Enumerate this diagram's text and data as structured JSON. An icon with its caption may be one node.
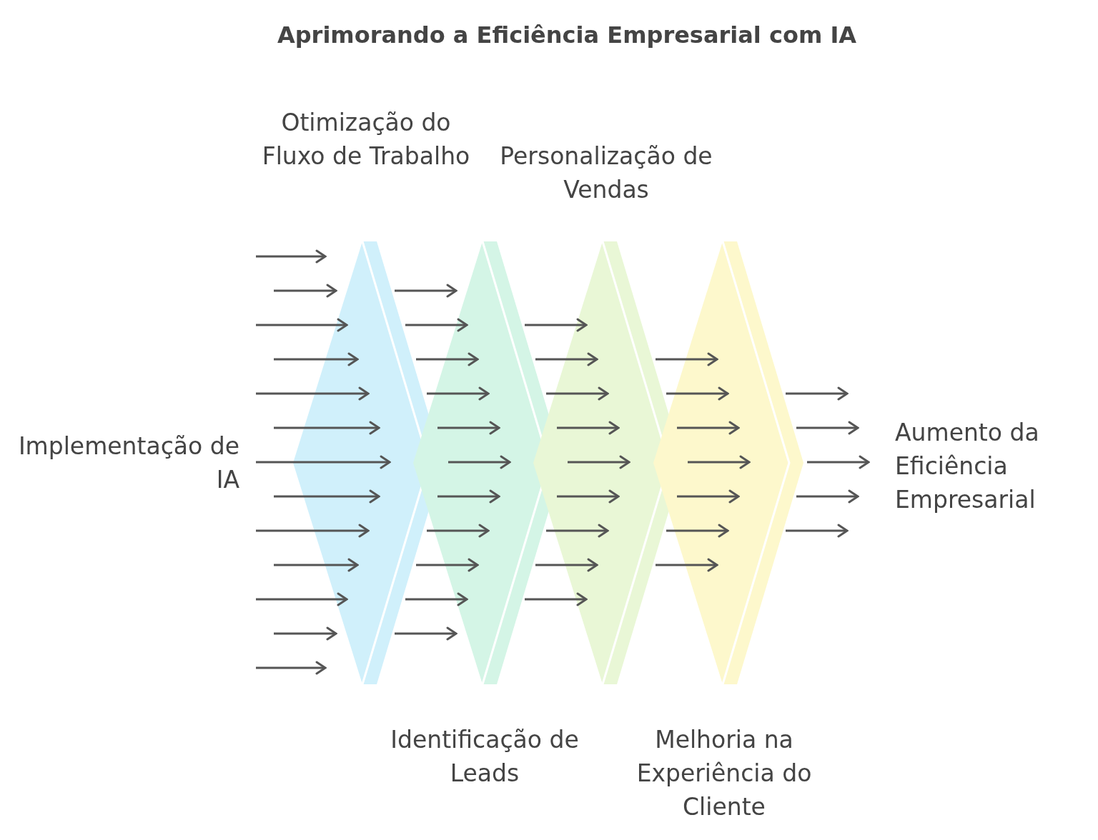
{
  "diagram": {
    "title": "Aprimorando a Eficiência Empresarial com IA",
    "nodes": [
      {
        "text": [
          "Implementação de IA"
        ]
      },
      {
        "text": [
          "Otimização do Fluxo de Trabalho"
        ]
      },
      {
        "text": [
          "Identificação de Leads"
        ]
      },
      {
        "text": [
          "Personalização de Vendas"
        ]
      },
      {
        "text": [
          "Melhoria na Experiência do Cliente"
        ]
      },
      {
        "text": [
          "Aumento da Eficiência Empresarial"
        ]
      }
    ],
    "edges": [
      {
        "from": null,
        "to": 1,
        "arrow": "to"
      },
      {
        "from": null,
        "to": 1,
        "arrow": "to"
      },
      {
        "from": null,
        "to": 1,
        "arrow": "to"
      },
      {
        "from": null,
        "to": 1,
        "arrow": "to"
      },
      {
        "from": 0,
        "to": 1,
        "arrow": "to"
      },
      {
        "from": 0,
        "to": 1,
        "arrow": "to"
      },
      {
        "from": 0,
        "to": 1,
        "arrow": "to"
      },
      {
        "from": 0,
        "to": 1,
        "arrow": "to"
      },
      {
        "from": 0,
        "to": 1,
        "arrow": "to"
      },
      {
        "from": null,
        "to": 1,
        "arrow": "to"
      },
      {
        "from": null,
        "to": 1,
        "arrow": "to"
      },
      {
        "from": null,
        "to": 1,
        "arrow": "to"
      },
      {
        "from": null,
        "to": 1,
        "arrow": "to"
      },
      {
        "from": 1,
        "to": 2,
        "arrow": "to"
      },
      {
        "from": 1,
        "to": 2,
        "arrow": "to"
      },
      {
        "from": 1,
        "to": 2,
        "arrow": "to"
      },
      {
        "from": 1,
        "to": 2,
        "arrow": "to"
      },
      {
        "from": 1,
        "to": 2,
        "arrow": "to"
      },
      {
        "from": 1,
        "to": 2,
        "arrow": "to"
      },
      {
        "from": 1,
        "to": 2,
        "arrow": "to"
      },
      {
        "from": 1,
        "to": 2,
        "arrow": "to"
      },
      {
        "from": 1,
        "to": 2,
        "arrow": "to"
      },
      {
        "from": 1,
        "to": 2,
        "arrow": "to"
      },
      {
        "from": 1,
        "to": 2,
        "arrow": "to"
      },
      {
        "from": 2,
        "to": 3,
        "arrow": "to"
      },
      {
        "from": 2,
        "to": 3,
        "arrow": "to"
      },
      {
        "from": 2,
        "to": 3,
        "arrow": "to"
      },
      {
        "from": 2,
        "to": 3,
        "arrow": "to"
      },
      {
        "from": 2,
        "to": 3,
        "arrow": "to"
      },
      {
        "from": 2,
        "to": 3,
        "arrow": "to"
      },
      {
        "from": 2,
        "to": 3,
        "arrow": "to"
      },
      {
        "from": 2,
        "to": 3,
        "arrow": "to"
      },
      {
        "from": 2,
        "to": 3,
        "arrow": "to"
      },
      {
        "from": 3,
        "to": 4,
        "arrow": "to"
      },
      {
        "from": 3,
        "to": 4,
        "arrow": "to"
      },
      {
        "from": 3,
        "to": 4,
        "arrow": "to"
      },
      {
        "from": 3,
        "to": 4,
        "arrow": "to"
      },
      {
        "from": 3,
        "to": 4,
        "arrow": "to"
      },
      {
        "from": 3,
        "to": 4,
        "arrow": "to"
      },
      {
        "from": 3,
        "to": 4,
        "arrow": "to"
      },
      {
        "from": 4,
        "to": 5,
        "arrow": "to"
      },
      {
        "from": 4,
        "to": 5,
        "arrow": "to"
      },
      {
        "from": 4,
        "to": 5,
        "arrow": "to"
      },
      {
        "from": 4,
        "to": 5,
        "arrow": "to"
      },
      {
        "from": 4,
        "to": 5,
        "arrow": "to"
      }
    ]
  }
}
